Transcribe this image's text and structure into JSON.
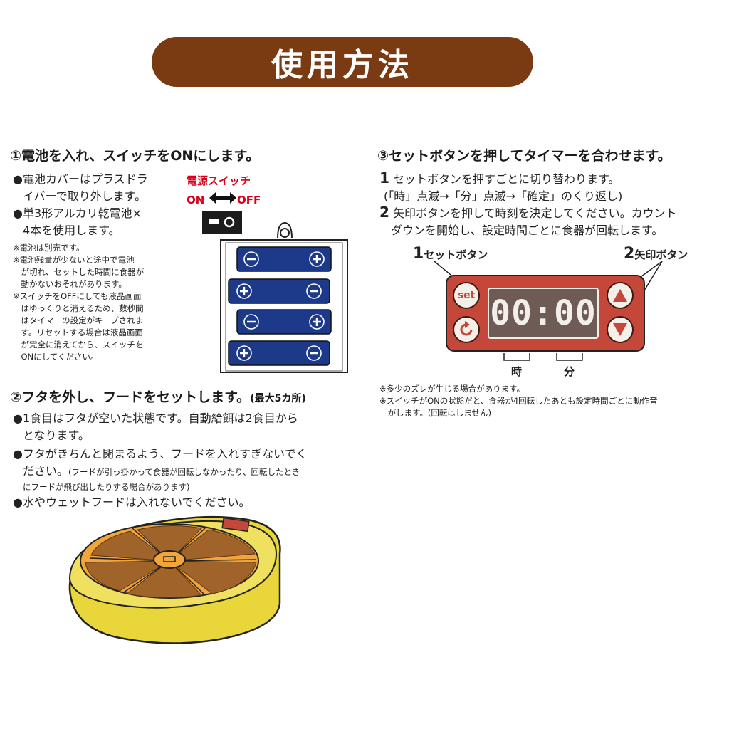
{
  "title": "使用方法",
  "section1": {
    "heading": "①電池を入れ、スイッチをONにします。",
    "bullets": [
      [
        "電池カバーはプラスドラ",
        "イバーで取り外します。"
      ],
      [
        "単3形アルカリ乾電池×",
        "4本を使用します。"
      ]
    ],
    "notes": [
      "※電池は別売です。",
      "※電池残量が少ないと途中で電池",
      "　が切れ、セットした時間に食器が",
      "　動かないおそれがあります。",
      "※スイッチをOFFにしても液晶画面",
      "　はゆっくりと消えるため、数秒間",
      "　はタイマーの設定がキープされま",
      "　す。リセットする場合は液晶画面",
      "　が完全に消えてから、スイッチを",
      "　ONにしてください。"
    ],
    "power_switch_label": "電源スイッチ",
    "on_label": "ON",
    "off_label": "OFF"
  },
  "section2": {
    "heading": "②フタを外し、フードをセットします。",
    "heading_note": "(最大5カ所)",
    "b1": [
      "1食目はフタが空いた状態です。自動給餌は2食目から",
      "となります。"
    ],
    "b2_line1": "フタがきちんと閉まるよう、フードを入れすぎないでく",
    "b2_line2": "ださい。",
    "b2_note1": "(フードが引っ掛かって食器が回転しなかったり、回転したとき",
    "b2_note2": "にフードが飛び出したりする場合があります)",
    "b3": "水やウェットフードは入れないでください。"
  },
  "section3": {
    "heading": "③セットボタンを押してタイマーを合わせます。",
    "step1_num": "1",
    "step1_lines": [
      "セットボタンを押すごとに切り替わります。",
      "(「時」点滅→「分」点滅→「確定」のくり返し)"
    ],
    "step2_num": "2",
    "step2_lines": [
      "矢印ボタンを押して時刻を決定してください。カウント",
      "ダウンを開始し、設定時間ごとに食器が回転します。"
    ],
    "set_label_num": "1",
    "set_label": "セットボタン",
    "arrow_label_num": "2",
    "arrow_label": "矢印ボタン",
    "set_button_text": "set",
    "display": "00:00",
    "hour_label": "時",
    "minute_label": "分",
    "notes": [
      "※多少のズレが生じる場合があります。",
      "※スイッチがONの状態だと、食器が4回転したあとも設定時間ごとに動作音",
      "　がします。(回転はしません)"
    ]
  },
  "bullet_glyph": "●",
  "colors": {
    "banner": "#7a3a12",
    "accent_red": "#d9001b",
    "timer_body": "#c4473a",
    "battery_blue": "#1d3a8a",
    "feeder_yellow": "#e8d63a",
    "tray_orange": "#f2a53a"
  }
}
